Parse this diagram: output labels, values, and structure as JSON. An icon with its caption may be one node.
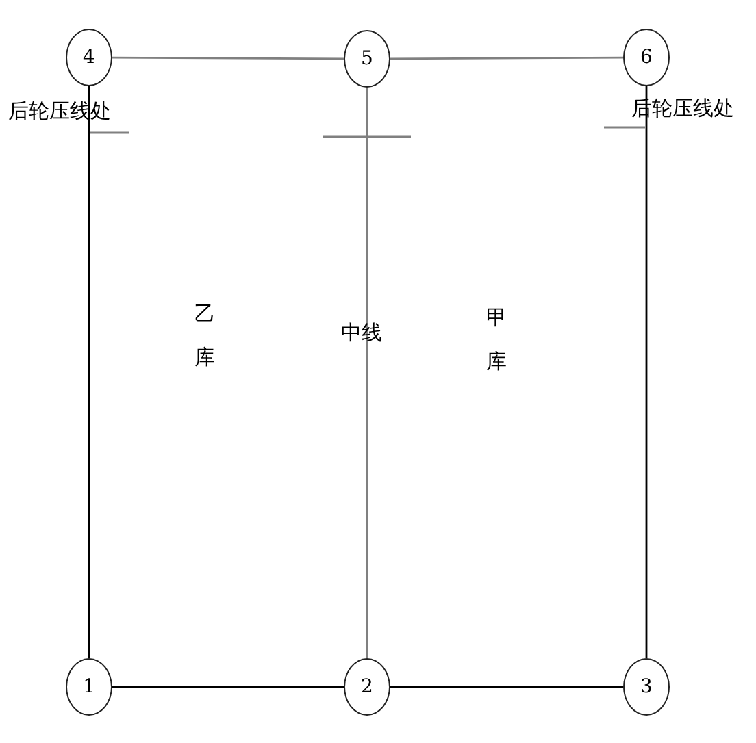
{
  "diagram": {
    "nodes": [
      {
        "text": [
          "4"
        ]
      },
      {
        "text": [
          "5"
        ]
      },
      {
        "text": [
          "6"
        ]
      },
      {
        "text": [
          "1"
        ]
      },
      {
        "text": [
          "2"
        ]
      },
      {
        "text": [
          "3"
        ]
      }
    ],
    "edges": [
      {
        "from": 0,
        "to": 1,
        "arrow": "none",
        "color": "#808080"
      },
      {
        "from": 1,
        "to": 2,
        "arrow": "none",
        "color": "#808080"
      },
      {
        "from": 0,
        "to": 3,
        "arrow": "none"
      },
      {
        "from": 1,
        "to": 4,
        "arrow": "none",
        "color": "#808080"
      },
      {
        "from": 2,
        "to": 5,
        "arrow": "none"
      },
      {
        "from": 3,
        "to": 4,
        "arrow": "none"
      },
      {
        "from": 4,
        "to": 5,
        "arrow": "none"
      }
    ],
    "labels": [
      "后轮压线处",
      "后轮压线处",
      "乙库",
      "中线",
      "甲库"
    ]
  }
}
